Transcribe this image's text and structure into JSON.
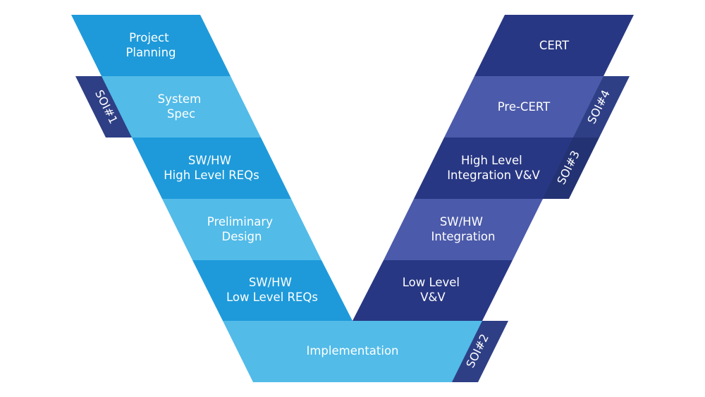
{
  "colors": {
    "left_dark": "#1E9ADA",
    "left_light": "#52BBE8",
    "right_dark": "#283783",
    "right_mid": "#4B5AAA",
    "soi_tab": "#2E3F85",
    "soi_tab_dark": "#233272",
    "text": "#FFFFFF"
  },
  "left_arm": {
    "stages": [
      {
        "line1": "Project",
        "line2": "Planning"
      },
      {
        "line1": "System",
        "line2": "Spec"
      },
      {
        "line1": "SW/HW",
        "line2": "High Level REQs"
      },
      {
        "line1": "Preliminary",
        "line2": "Design"
      },
      {
        "line1": "SW/HW",
        "line2": "Low Level REQs"
      }
    ]
  },
  "right_arm": {
    "stages": [
      {
        "line1": "CERT",
        "line2": ""
      },
      {
        "line1": "Pre-CERT",
        "line2": ""
      },
      {
        "line1": "High Level",
        "line2": "Integration V&V"
      },
      {
        "line1": "SW/HW",
        "line2": "Integration"
      },
      {
        "line1": "Low Level",
        "line2": "V&V"
      }
    ]
  },
  "bottom": {
    "label": "Implementation"
  },
  "soi_tags": {
    "soi1": "SOI#1",
    "soi2": "SOI#2",
    "soi3": "SOI#3",
    "soi4": "SOI#4"
  }
}
